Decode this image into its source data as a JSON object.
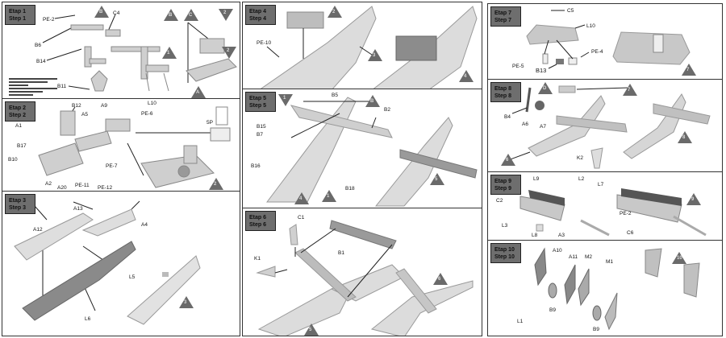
{
  "steps": [
    {
      "etap": "Etap 1",
      "step": "Step 1",
      "parts": [
        "PE-2",
        "C4",
        "B6",
        "B14",
        "B11"
      ],
      "callouts": [
        "B",
        "B",
        "C",
        "2",
        "2",
        "A",
        "1"
      ]
    },
    {
      "etap": "Etap 2",
      "step": "Step 2",
      "parts": [
        "B12",
        "A5",
        "A9",
        "L10",
        "PE-6",
        "A1",
        "B17",
        "B10",
        "A2",
        "A20",
        "PE-11",
        "PE-12",
        "PE-7",
        "5P"
      ],
      "callouts": [
        "2"
      ]
    },
    {
      "etap": "Etap 3",
      "step": "Step 3",
      "parts": [
        "A13",
        "A12",
        "A4",
        "L5",
        "L6"
      ],
      "callouts": [
        "3"
      ]
    },
    {
      "etap": "Etap 4",
      "step": "Step 4",
      "parts": [
        "PE-10"
      ],
      "callouts": [
        "2",
        "3",
        "4"
      ]
    },
    {
      "etap": "Etap 5",
      "step": "Step 5",
      "parts": [
        "B5",
        "B2",
        "B15",
        "B7",
        "B16",
        "B18"
      ],
      "callouts": [
        "1",
        "B",
        "1",
        "4",
        "5"
      ]
    },
    {
      "etap": "Etap 6",
      "step": "Step 6",
      "parts": [
        "C1",
        "K1",
        "B1"
      ],
      "callouts": [
        "6",
        "5"
      ]
    },
    {
      "etap": "Etap 7",
      "step": "Step 7",
      "parts": [
        "C5",
        "L10",
        "PE-4",
        "PE-5",
        "B13"
      ],
      "callouts": [
        "7"
      ]
    },
    {
      "etap": "Etap 8",
      "step": "Step 8",
      "parts": [
        "B4",
        "A6",
        "A7",
        "K2"
      ],
      "callouts": [
        "D",
        "7",
        "6",
        "8"
      ]
    },
    {
      "etap": "Etap 9",
      "step": "Step 9",
      "parts": [
        "L9",
        "L2",
        "L7",
        "C2",
        "L3",
        "L8",
        "A3",
        "PE-2",
        "C6"
      ],
      "callouts": [
        "9"
      ]
    },
    {
      "etap": "Etap 10",
      "step": "Step 10",
      "parts": [
        "A10",
        "A11",
        "M2",
        "M1",
        "B9",
        "B9",
        "L1"
      ],
      "callouts": [
        "10"
      ]
    }
  ]
}
